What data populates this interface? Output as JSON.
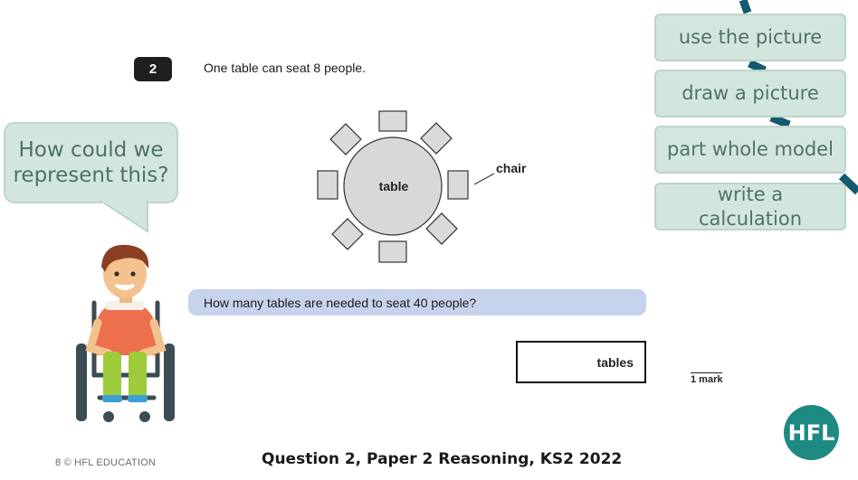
{
  "question": {
    "number": "2",
    "text": "One table can seat 8 people.",
    "prompt": "How many tables are needed to seat 40 people?",
    "answer_unit": "tables",
    "marks": "1 mark"
  },
  "diagram": {
    "table_label": "table",
    "chair_label": "chair"
  },
  "bubble": {
    "text": "How could we represent this?"
  },
  "strategies": [
    "use the picture",
    "draw a picture",
    "part whole model",
    "write a calculation"
  ],
  "logo": {
    "text": "HFL"
  },
  "footer": {
    "page": "8 © HFL EDUCATION",
    "caption": "Question 2, Paper 2 Reasoning, KS2 2022"
  },
  "colors": {
    "strategy_fill": "#d3e6de",
    "strategy_text": "#51706d",
    "prompt_bar": "#c7d3ec",
    "logo": "#1e8a82",
    "decor_line": "#135a6e"
  }
}
